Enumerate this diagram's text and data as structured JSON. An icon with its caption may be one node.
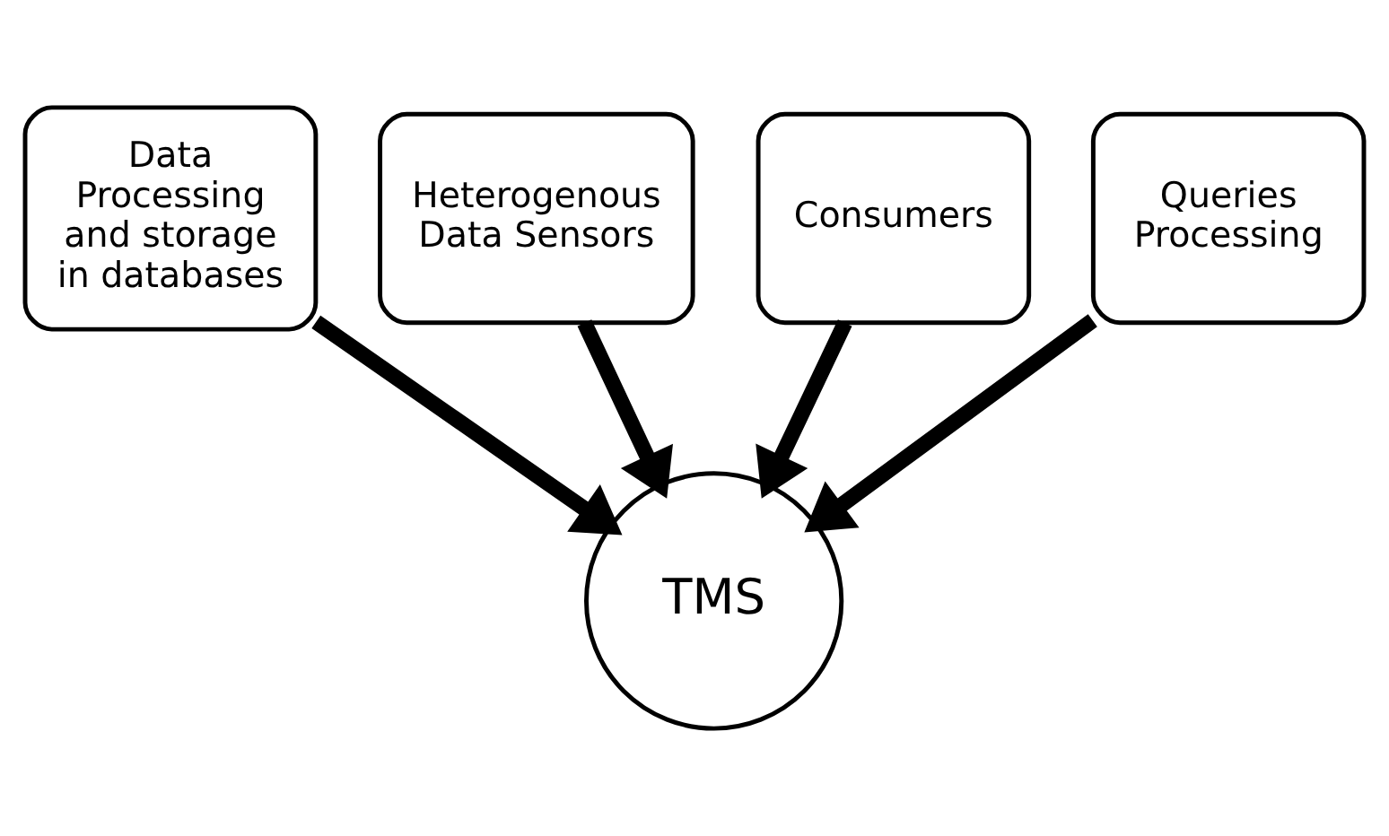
{
  "diagram": {
    "nodes": [
      {
        "text": [
          "Heterogenous Data Sensors"
        ]
      },
      {
        "text": [
          "Consumers"
        ]
      },
      {
        "text": [
          "Data Processing and storage in databases"
        ]
      },
      {
        "text": [
          "Queries Processing"
        ]
      },
      {
        "text": [
          "TMS"
        ]
      }
    ],
    "edges": [
      {
        "from": 0,
        "to": 4,
        "arrow": "to"
      },
      {
        "from": 1,
        "to": 4,
        "arrow": "to"
      },
      {
        "from": 2,
        "to": 4,
        "arrow": "to"
      },
      {
        "from": 3,
        "to": 4,
        "arrow": "to"
      }
    ]
  }
}
